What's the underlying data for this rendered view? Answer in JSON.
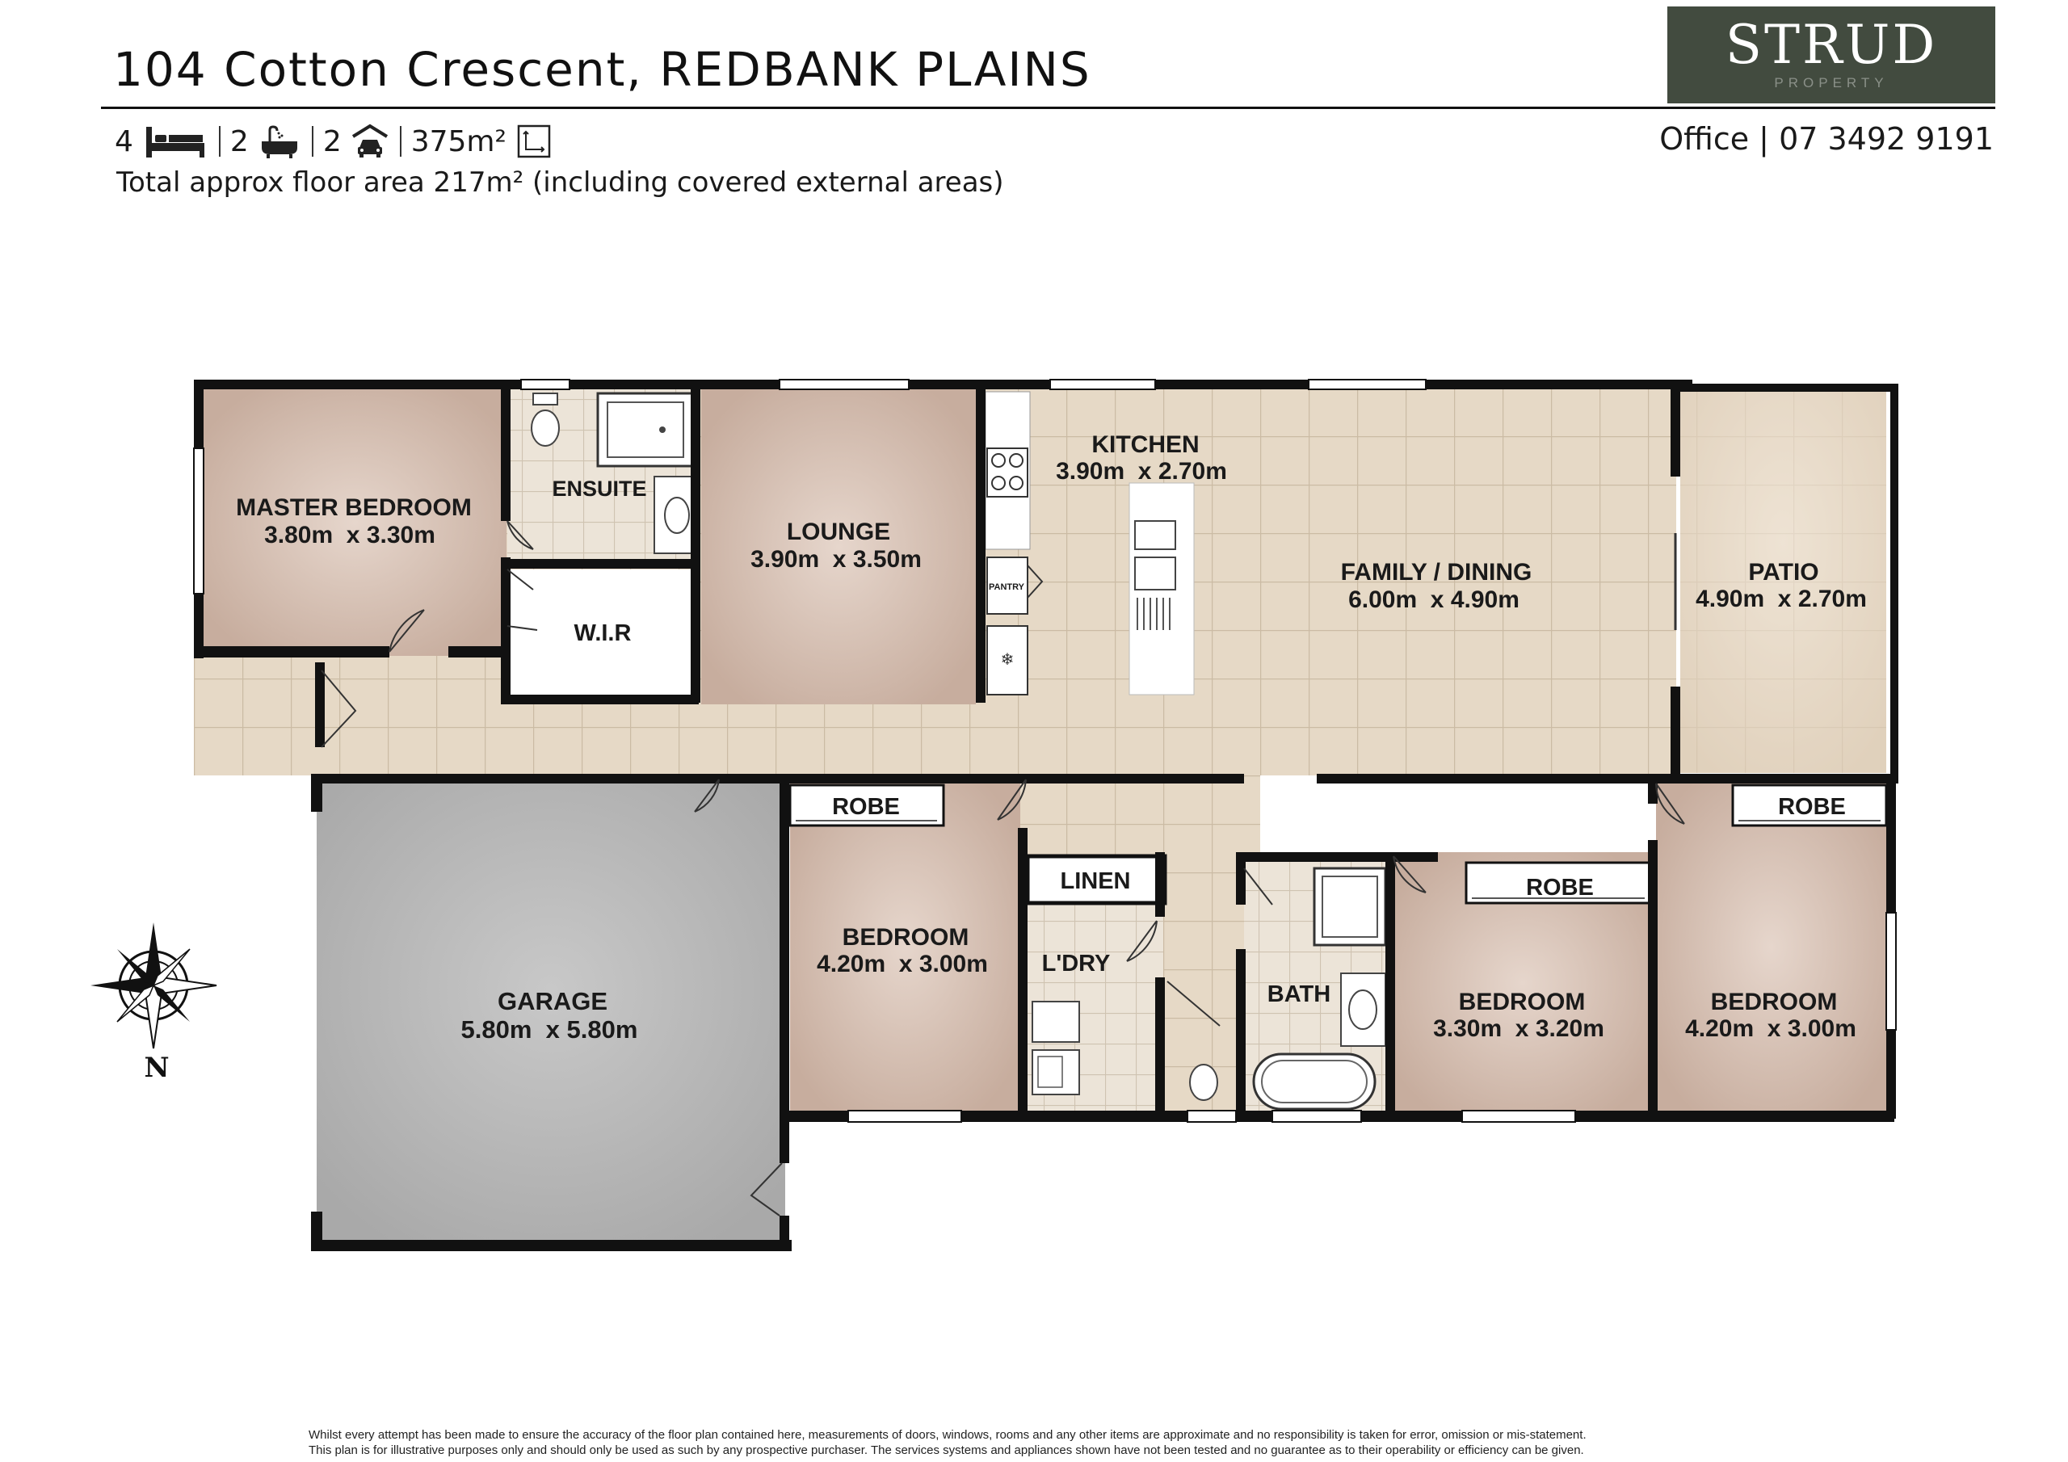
{
  "header": {
    "address": "104 Cotton Crescent, REDBANK PLAINS",
    "beds": "4",
    "baths": "2",
    "cars": "2",
    "land": "375m²",
    "office": "Office | 07 3492 9191",
    "floor_area": "Total approx floor area 217m² (including covered external areas)"
  },
  "brand": {
    "name": "STRUD",
    "sub": "PROPERTY",
    "color": "#424b3f"
  },
  "icons": [
    "bed-icon",
    "bath-icon",
    "car-icon",
    "land-icon",
    "compass-icon"
  ],
  "rooms": {
    "master_bedroom": {
      "name": "MASTER BEDROOM",
      "size": "3.80m  x 3.30m"
    },
    "ensuite": {
      "name": "ENSUITE"
    },
    "wir": {
      "name": "W.I.R"
    },
    "lounge": {
      "name": "LOUNGE",
      "size": "3.90m  x 3.50m"
    },
    "kitchen": {
      "name": "KITCHEN",
      "size": "3.90m  x 2.70m"
    },
    "pantry": {
      "name": "PANTRY"
    },
    "family_dining": {
      "name": "FAMILY / DINING",
      "size": "6.00m  x 4.90m"
    },
    "patio": {
      "name": "PATIO",
      "size": "4.90m  x 2.70m"
    },
    "garage": {
      "name": "GARAGE",
      "size": "5.80m  x 5.80m"
    },
    "bedroom2": {
      "name": "BEDROOM",
      "size": "4.20m  x 3.00m",
      "robe": "ROBE"
    },
    "linen": {
      "name": "LINEN"
    },
    "laundry": {
      "name": "L'DRY"
    },
    "bath": {
      "name": "BATH"
    },
    "bedroom3": {
      "name": "BEDROOM",
      "size": "3.30m  x 3.20m",
      "robe": "ROBE"
    },
    "bedroom4": {
      "name": "BEDROOM",
      "size": "4.20m  x 3.00m",
      "robe": "ROBE"
    }
  },
  "compass": {
    "label": "N"
  },
  "disclaimer": [
    "Whilst every attempt has been made to ensure the accuracy of the floor plan contained here, measurements of doors, windows, rooms and any other items are approximate and no responsibility is taken for error, omission or mis-statement.",
    "This plan is for illustrative purposes only and should only be used as such by any prospective purchaser. The services systems and appliances shown have not been tested and no guarantee as to their operability or efficiency can be given."
  ],
  "colors": {
    "carpet": "#c9b2a4",
    "tile": "#e6d9c6",
    "garage": "#b5b5b5",
    "wall": "#111111",
    "patio": "#e8dac8"
  }
}
